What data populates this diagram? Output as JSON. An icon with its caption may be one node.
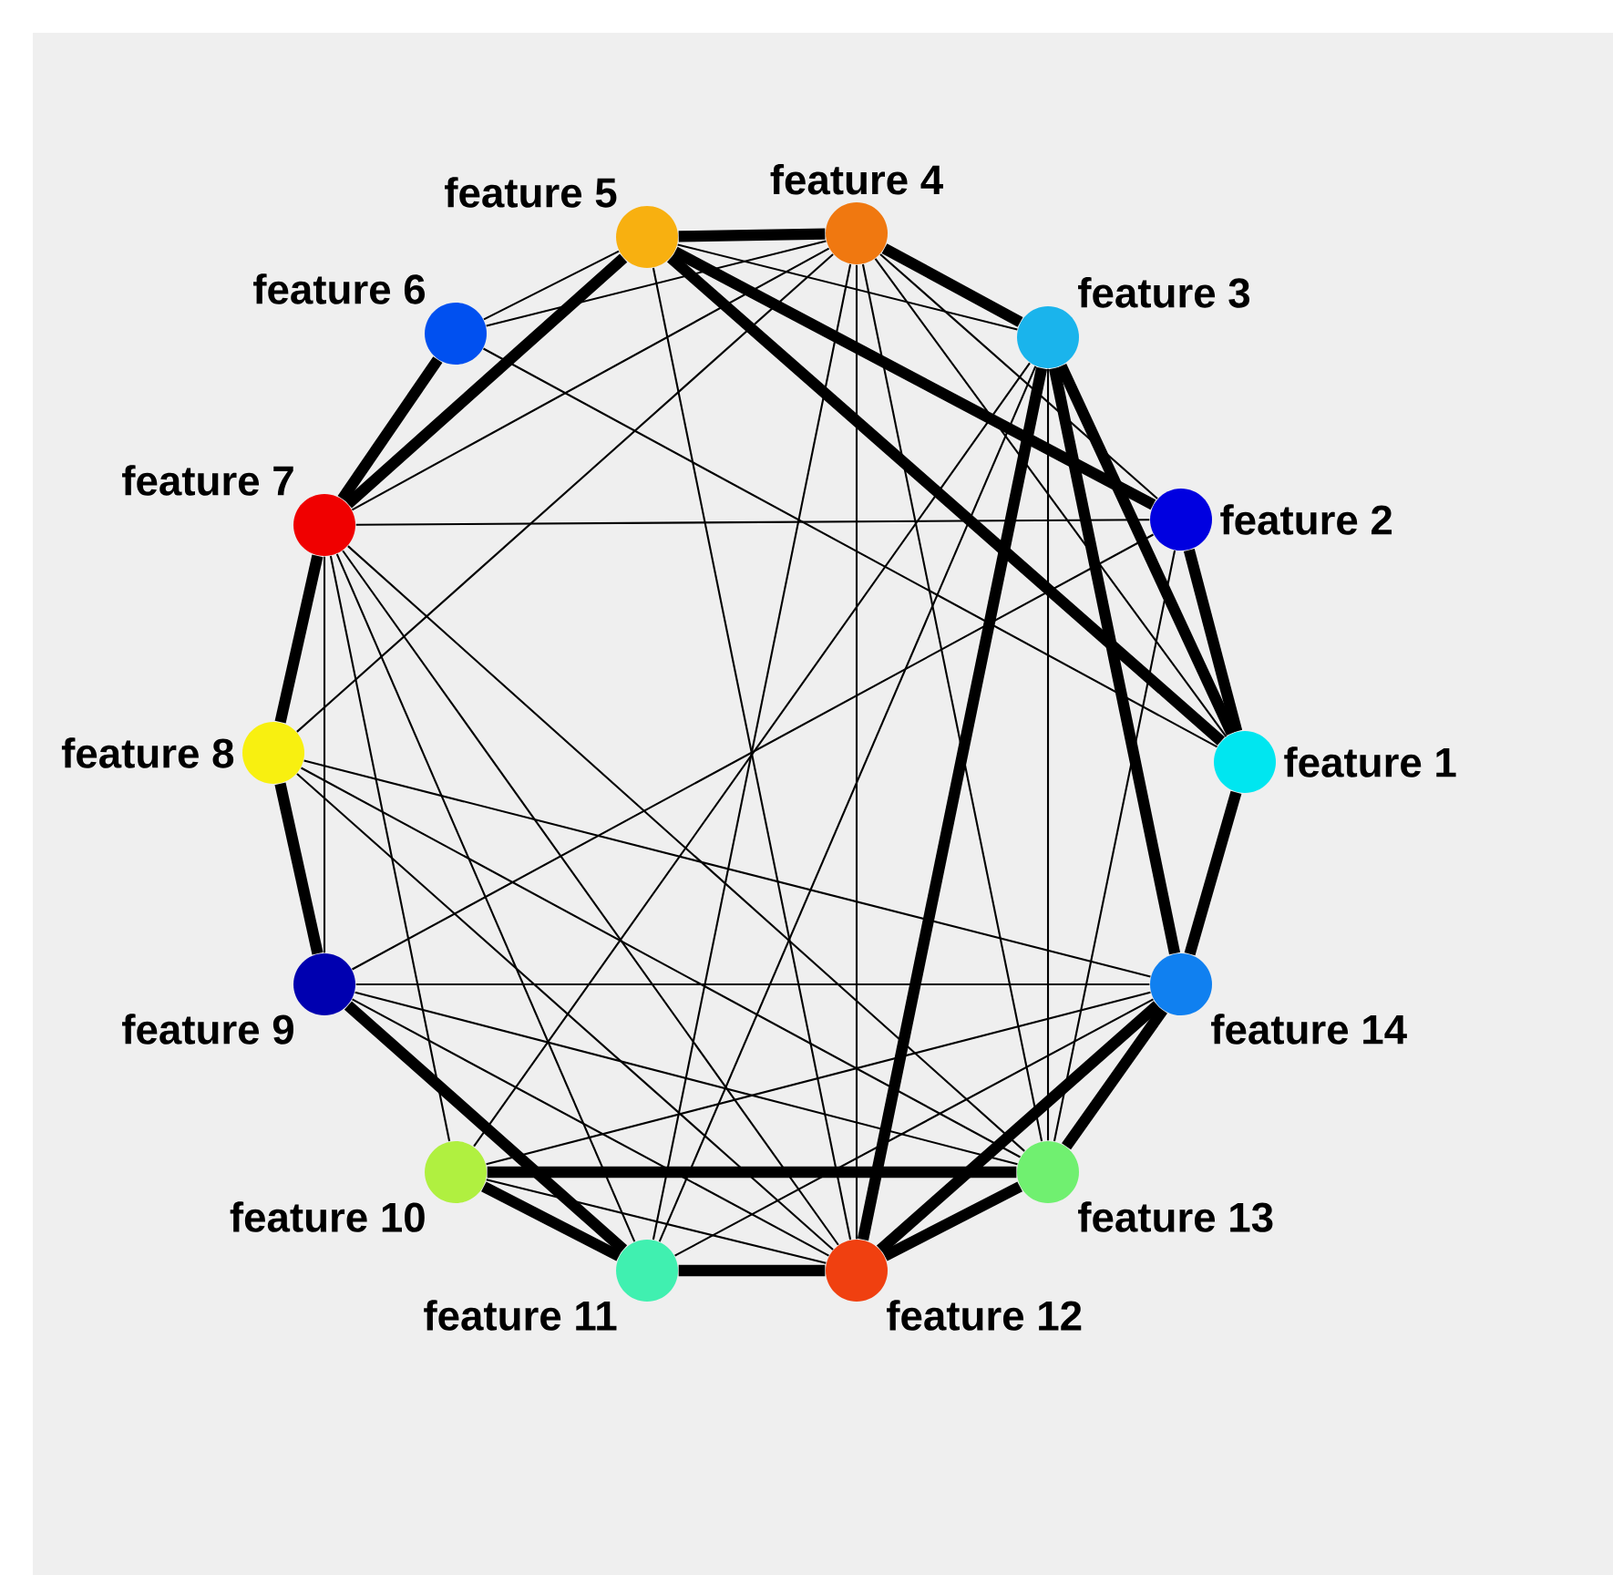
{
  "diagram": {
    "nodes": [
      {
        "text": [
          "feature 1"
        ]
      },
      {
        "text": [
          "feature 2"
        ]
      },
      {
        "text": [
          "feature 3"
        ]
      },
      {
        "text": [
          "feature 4"
        ]
      },
      {
        "text": [
          "feature 5"
        ]
      },
      {
        "text": [
          "feature 6"
        ]
      },
      {
        "text": [
          "feature 7"
        ]
      },
      {
        "text": [
          "feature 8"
        ]
      },
      {
        "text": [
          "feature 9"
        ]
      },
      {
        "text": [
          "feature 10"
        ]
      },
      {
        "text": [
          "feature 11"
        ]
      },
      {
        "text": [
          "feature 12"
        ]
      },
      {
        "text": [
          "feature 13"
        ]
      },
      {
        "text": [
          "feature 14"
        ]
      }
    ],
    "edges": [
      {
        "from": 4,
        "to": 1,
        "arrow": "none",
        "style": "thick"
      },
      {
        "from": 4,
        "to": 3,
        "arrow": "none",
        "style": "thick"
      },
      {
        "from": 3,
        "to": 2,
        "arrow": "none",
        "style": "thick"
      },
      {
        "from": 2,
        "to": 0,
        "arrow": "none",
        "style": "thick"
      },
      {
        "from": 1,
        "to": 0,
        "arrow": "none",
        "style": "thick"
      },
      {
        "from": 0,
        "to": 13,
        "arrow": "none",
        "style": "thick"
      },
      {
        "from": 13,
        "to": 12,
        "arrow": "none",
        "style": "thick"
      },
      {
        "from": 13,
        "to": 11,
        "arrow": "none",
        "style": "thick"
      },
      {
        "from": 12,
        "to": 11,
        "arrow": "none",
        "style": "thick"
      },
      {
        "from": 11,
        "to": 10,
        "arrow": "none",
        "style": "thick"
      },
      {
        "from": 10,
        "to": 9,
        "arrow": "none",
        "style": "thick"
      },
      {
        "from": 9,
        "to": 12,
        "arrow": "none",
        "style": "thick"
      },
      {
        "from": 8,
        "to": 10,
        "arrow": "none",
        "style": "thick"
      },
      {
        "from": 7,
        "to": 8,
        "arrow": "none",
        "style": "thick"
      },
      {
        "from": 6,
        "to": 7,
        "arrow": "none",
        "style": "thick"
      },
      {
        "from": 6,
        "to": 5,
        "arrow": "none",
        "style": "thick"
      },
      {
        "from": 6,
        "to": 4,
        "arrow": "none",
        "style": "thick"
      },
      {
        "from": 4,
        "to": 0,
        "arrow": "none",
        "style": "thick"
      },
      {
        "from": 2,
        "to": 11,
        "arrow": "none",
        "style": "thick"
      },
      {
        "from": 2,
        "to": 13,
        "arrow": "none",
        "style": "thick"
      },
      {
        "from": 6,
        "to": 1,
        "arrow": "none"
      },
      {
        "from": 6,
        "to": 8,
        "arrow": "none"
      },
      {
        "from": 6,
        "to": 9,
        "arrow": "none"
      },
      {
        "from": 6,
        "to": 10,
        "arrow": "none"
      },
      {
        "from": 6,
        "to": 11,
        "arrow": "none"
      },
      {
        "from": 6,
        "to": 12,
        "arrow": "none"
      },
      {
        "from": 6,
        "to": 3,
        "arrow": "none"
      },
      {
        "from": 5,
        "to": 4,
        "arrow": "none"
      },
      {
        "from": 5,
        "to": 3,
        "arrow": "none"
      },
      {
        "from": 5,
        "to": 0,
        "arrow": "none"
      },
      {
        "from": 7,
        "to": 3,
        "arrow": "none"
      },
      {
        "from": 7,
        "to": 12,
        "arrow": "none"
      },
      {
        "from": 7,
        "to": 13,
        "arrow": "none"
      },
      {
        "from": 7,
        "to": 11,
        "arrow": "none"
      },
      {
        "from": 8,
        "to": 1,
        "arrow": "none"
      },
      {
        "from": 8,
        "to": 12,
        "arrow": "none"
      },
      {
        "from": 8,
        "to": 13,
        "arrow": "none"
      },
      {
        "from": 8,
        "to": 11,
        "arrow": "none"
      },
      {
        "from": 9,
        "to": 2,
        "arrow": "none"
      },
      {
        "from": 9,
        "to": 11,
        "arrow": "none"
      },
      {
        "from": 9,
        "to": 13,
        "arrow": "none"
      },
      {
        "from": 10,
        "to": 3,
        "arrow": "none"
      },
      {
        "from": 10,
        "to": 2,
        "arrow": "none"
      },
      {
        "from": 10,
        "to": 13,
        "arrow": "none"
      },
      {
        "from": 11,
        "to": 3,
        "arrow": "none"
      },
      {
        "from": 11,
        "to": 4,
        "arrow": "none"
      },
      {
        "from": 12,
        "to": 3,
        "arrow": "none"
      },
      {
        "from": 12,
        "to": 2,
        "arrow": "none"
      },
      {
        "from": 12,
        "to": 1,
        "arrow": "none"
      },
      {
        "from": 3,
        "to": 0,
        "arrow": "none"
      },
      {
        "from": 3,
        "to": 1,
        "arrow": "none"
      },
      {
        "from": 4,
        "to": 2,
        "arrow": "none"
      }
    ]
  }
}
